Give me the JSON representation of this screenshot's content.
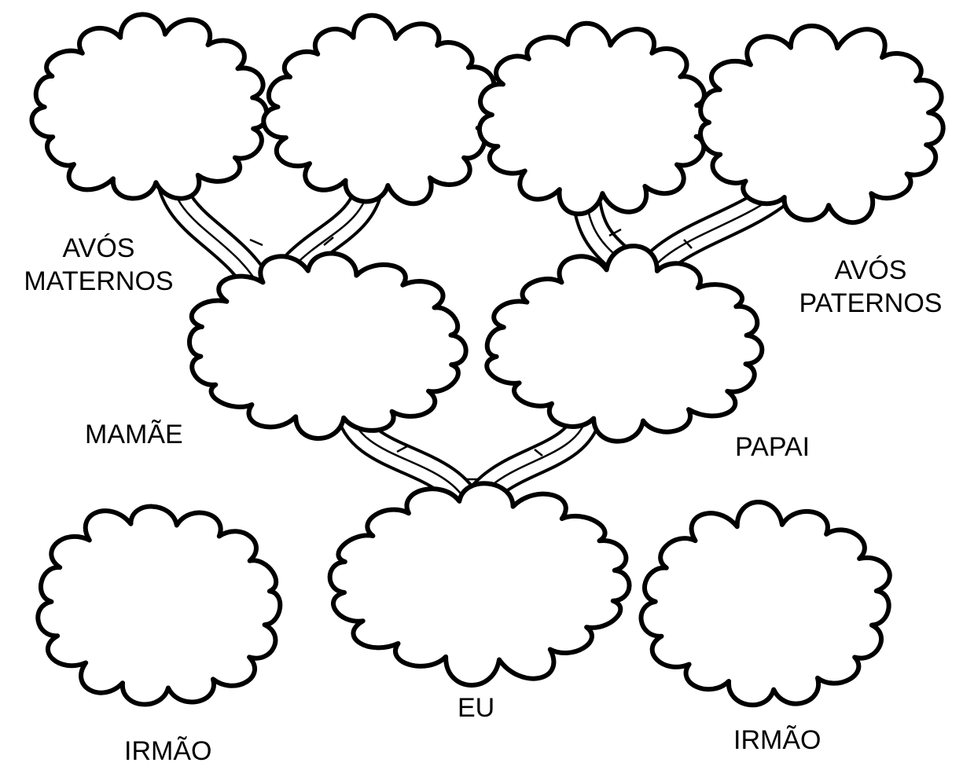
{
  "labels": {
    "maternal_grandparents": {
      "line1": "AVÓS",
      "line2": "MATERNOS"
    },
    "paternal_grandparents": {
      "line1": "AVÓS",
      "line2": "PATERNOS"
    },
    "mother": "MAMÃE",
    "father": "PAPAI",
    "me": "EU",
    "sibling_left": "IRMÃO",
    "sibling_right": "IRMÃO"
  }
}
